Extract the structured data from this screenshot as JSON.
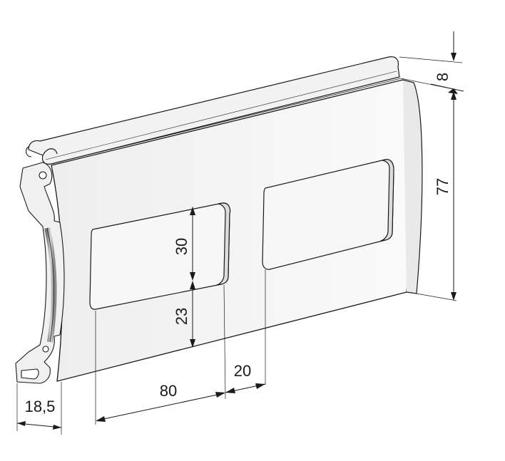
{
  "dimensions": {
    "depth_top": "8",
    "height": "77",
    "window_height": "30",
    "bottom_margin": "23",
    "window_width": "80",
    "window_gap": "20",
    "thickness": "18,5"
  },
  "colors": {
    "line": "#1a1a1a",
    "panel_face": "#f4f4f4",
    "window_inner": "#e6e6e6",
    "profile_edge": "#9e9e9e"
  }
}
